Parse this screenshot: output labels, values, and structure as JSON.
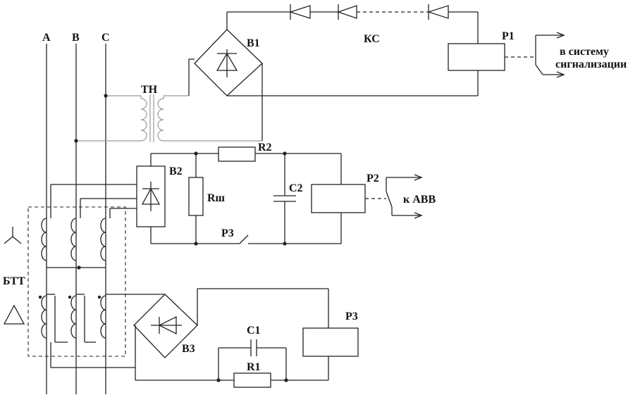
{
  "labels": {
    "phase_a": "A",
    "phase_b": "B",
    "phase_c": "C",
    "tn": "ТН",
    "b1": "В1",
    "ks": "КС",
    "p1": "Р1",
    "signal_line1": "в систему",
    "signal_line2": "сигнализации",
    "r2": "R2",
    "b2": "В2",
    "rsh": "Rш",
    "c2": "С2",
    "p2": "Р2",
    "to_avv": "к АВВ",
    "p3_contact": "Р3",
    "btt": "БТТ",
    "c1": "С1",
    "p3_relay": "Р3",
    "b3": "В3",
    "r1": "R1"
  }
}
